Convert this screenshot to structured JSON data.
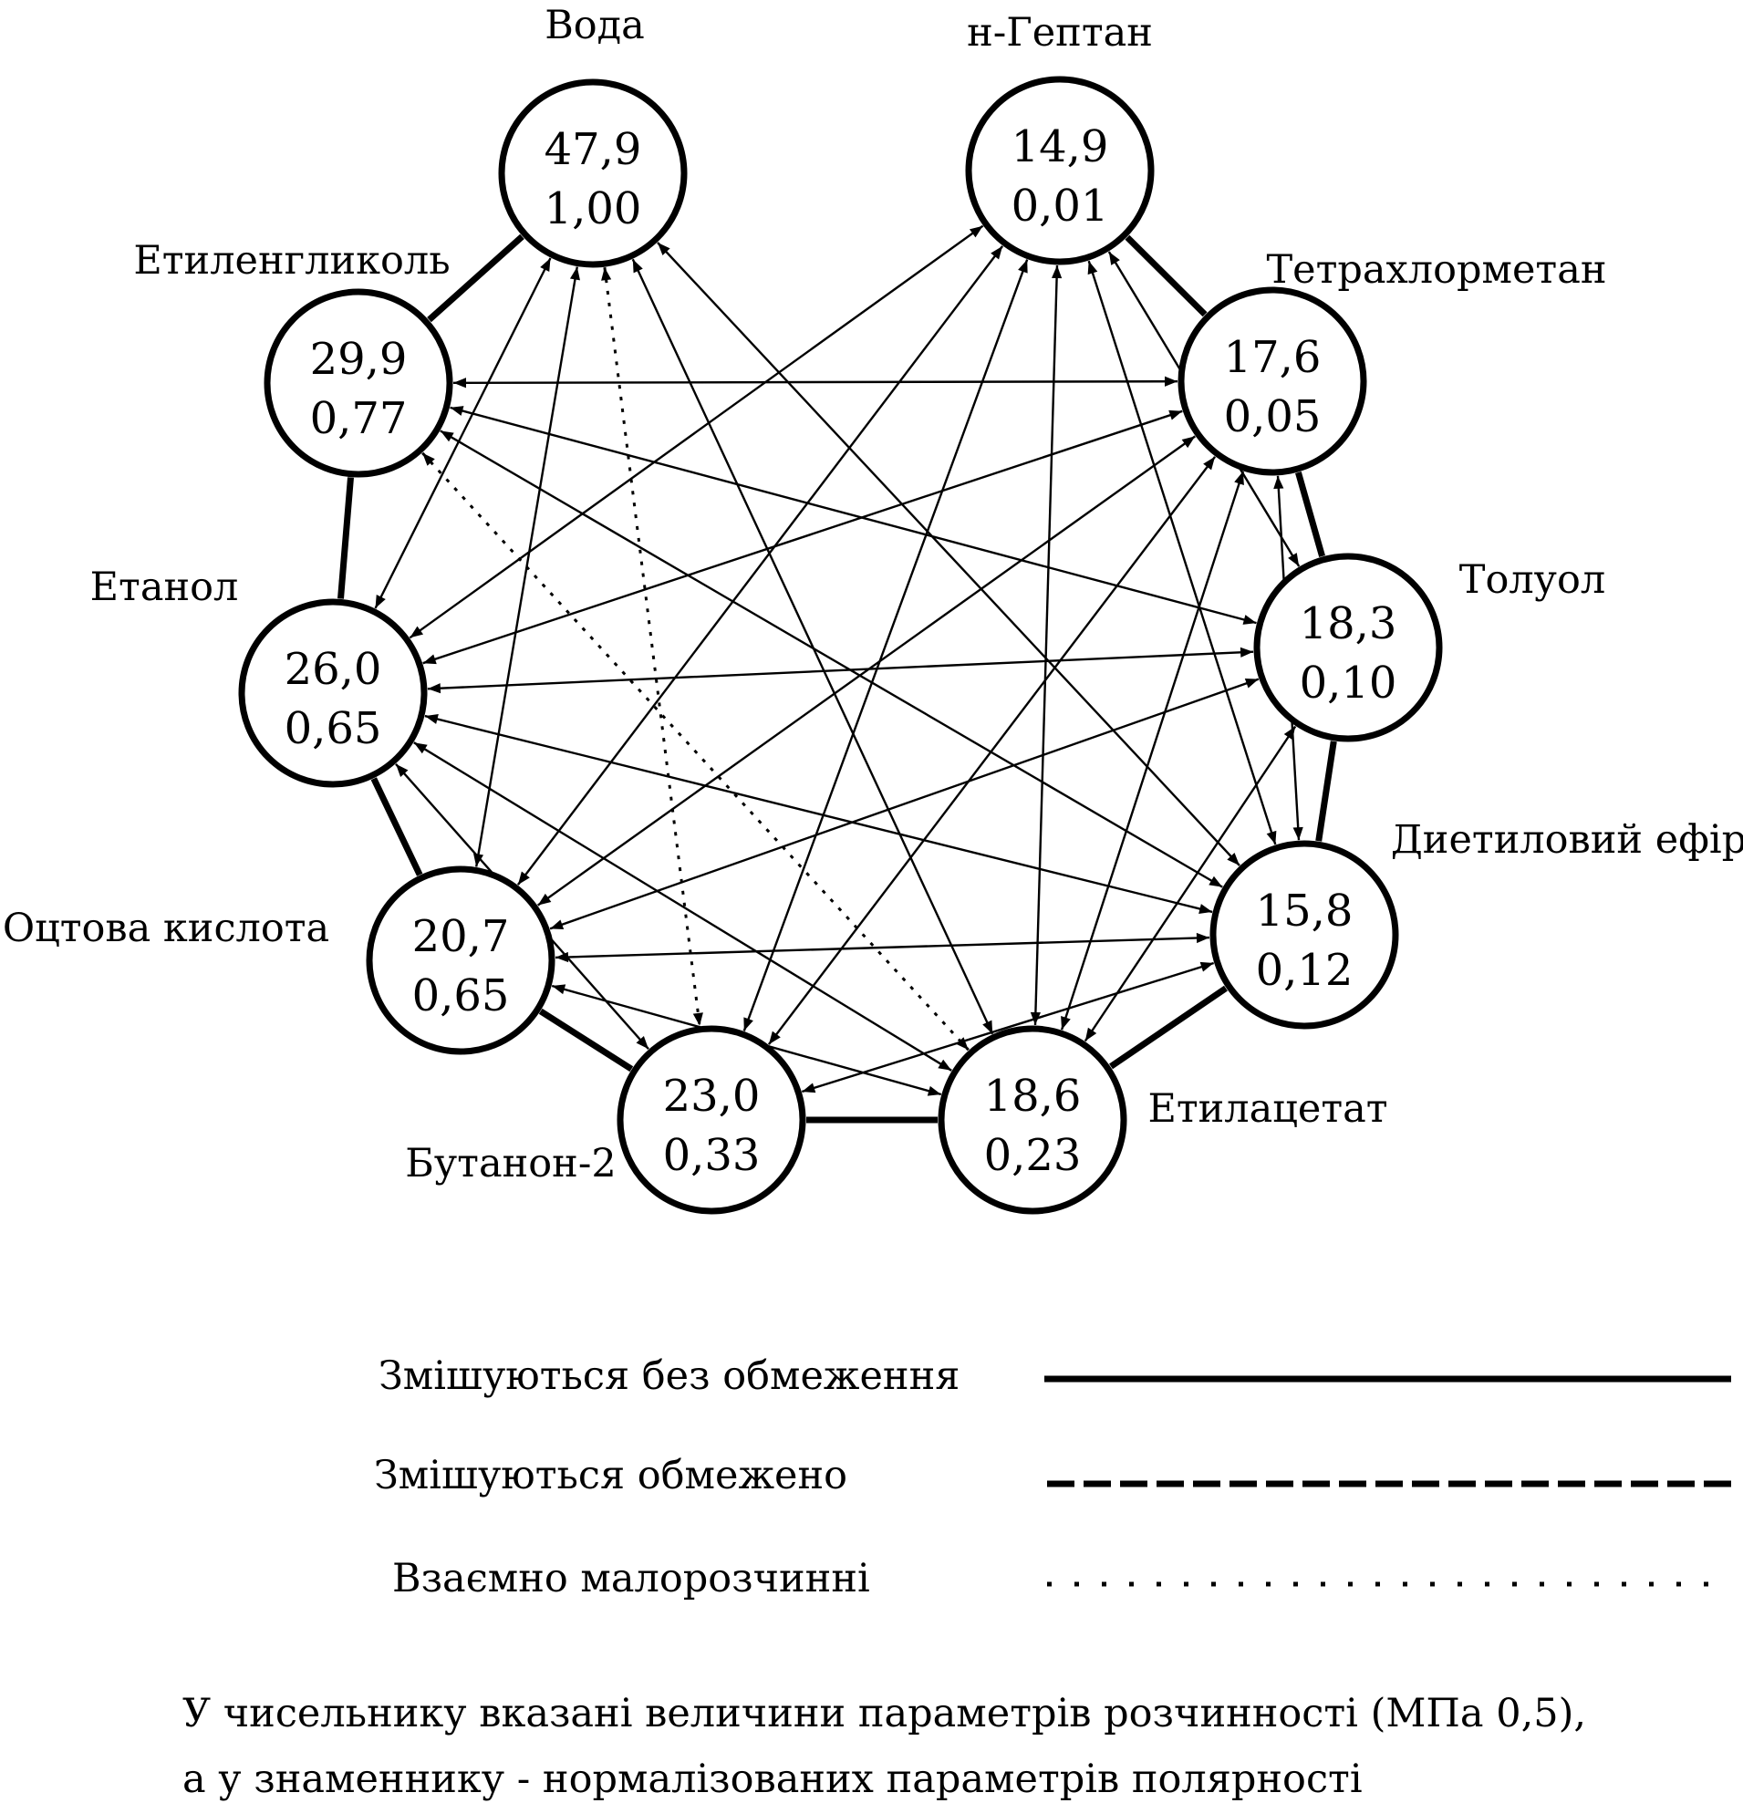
{
  "solvents": [
    {
      "id": "voda",
      "name": "Вода",
      "delta": "47,9",
      "polarity": "1,00"
    },
    {
      "id": "heptan",
      "name": "н-Гептан",
      "delta": "14,9",
      "polarity": "0,01"
    },
    {
      "id": "glycol",
      "name": "Етиленгликоль",
      "delta": "29,9",
      "polarity": "0,77"
    },
    {
      "id": "tetra",
      "name": "Тетрахлорметан",
      "delta": "17,6",
      "polarity": "0,05"
    },
    {
      "id": "ethanol",
      "name": "Етанол",
      "delta": "26,0",
      "polarity": "0,65"
    },
    {
      "id": "toluol",
      "name": "Толуол",
      "delta": "18,3",
      "polarity": "0,10"
    },
    {
      "id": "ether",
      "name": "Диетиловий ефір",
      "delta": "15,8",
      "polarity": "0,12"
    },
    {
      "id": "acetic",
      "name": "Оцтова кислота",
      "delta": "20,7",
      "polarity": "0,65"
    },
    {
      "id": "butanon",
      "name": "Бутанон-2",
      "delta": "23,0",
      "polarity": "0,33"
    },
    {
      "id": "ethylacetate",
      "name": "Етилацетат",
      "delta": "18,6",
      "polarity": "0,23"
    }
  ],
  "connections": [
    {
      "from": "voda",
      "to": "glycol",
      "type": "unlimited"
    },
    {
      "from": "glycol",
      "to": "ethanol",
      "type": "unlimited"
    },
    {
      "from": "ethanol",
      "to": "acetic",
      "type": "unlimited"
    },
    {
      "from": "acetic",
      "to": "butanon",
      "type": "unlimited"
    },
    {
      "from": "butanon",
      "to": "ethylacetate",
      "type": "unlimited"
    },
    {
      "from": "ethylacetate",
      "to": "ether",
      "type": "unlimited"
    },
    {
      "from": "ether",
      "to": "toluol",
      "type": "unlimited"
    },
    {
      "from": "toluol",
      "to": "tetra",
      "type": "unlimited"
    },
    {
      "from": "tetra",
      "to": "heptan",
      "type": "unlimited"
    },
    {
      "from": "voda",
      "to": "ethanol",
      "type": "arrow"
    },
    {
      "from": "voda",
      "to": "acetic",
      "type": "arrow"
    },
    {
      "from": "voda",
      "to": "ethylacetate",
      "type": "arrow"
    },
    {
      "from": "voda",
      "to": "ether",
      "type": "arrow"
    },
    {
      "from": "voda",
      "to": "butanon",
      "type": "dotted"
    },
    {
      "from": "heptan",
      "to": "ethanol",
      "type": "arrow"
    },
    {
      "from": "heptan",
      "to": "acetic",
      "type": "arrow"
    },
    {
      "from": "heptan",
      "to": "butanon",
      "type": "arrow"
    },
    {
      "from": "heptan",
      "to": "ethylacetate",
      "type": "arrow"
    },
    {
      "from": "heptan",
      "to": "ether",
      "type": "arrow"
    },
    {
      "from": "heptan",
      "to": "toluol",
      "type": "arrow"
    },
    {
      "from": "glycol",
      "to": "tetra",
      "type": "arrow"
    },
    {
      "from": "glycol",
      "to": "toluol",
      "type": "arrow"
    },
    {
      "from": "glycol",
      "to": "ether",
      "type": "arrow"
    },
    {
      "from": "glycol",
      "to": "ethylacetate",
      "type": "dotted"
    },
    {
      "from": "tetra",
      "to": "ethanol",
      "type": "arrow"
    },
    {
      "from": "tetra",
      "to": "acetic",
      "type": "arrow"
    },
    {
      "from": "tetra",
      "to": "butanon",
      "type": "arrow"
    },
    {
      "from": "tetra",
      "to": "ether",
      "type": "arrow"
    },
    {
      "from": "tetra",
      "to": "ethylacetate",
      "type": "arrow"
    },
    {
      "from": "ethanol",
      "to": "toluol",
      "type": "arrow"
    },
    {
      "from": "ethanol",
      "to": "ether",
      "type": "arrow"
    },
    {
      "from": "ethanol",
      "to": "butanon",
      "type": "arrow"
    },
    {
      "from": "ethanol",
      "to": "ethylacetate",
      "type": "arrow"
    },
    {
      "from": "toluol",
      "to": "acetic",
      "type": "arrow"
    },
    {
      "from": "toluol",
      "to": "ethylacetate",
      "type": "arrow"
    },
    {
      "from": "acetic",
      "to": "ether",
      "type": "arrow"
    },
    {
      "from": "acetic",
      "to": "ethylacetate",
      "type": "arrow"
    },
    {
      "from": "ether",
      "to": "butanon",
      "type": "arrow"
    }
  ],
  "legend": {
    "unlimited": "Змішуються без обмеження",
    "limited": "Змішуються обмежено",
    "immiscible": "Взаємно малорозчинні"
  },
  "footnote": {
    "line1": "У чисельнику вказані величини параметрів розчинності (МПа 0,5),",
    "line2": "а у знаменнику - нормалізованих параметрів полярності"
  }
}
